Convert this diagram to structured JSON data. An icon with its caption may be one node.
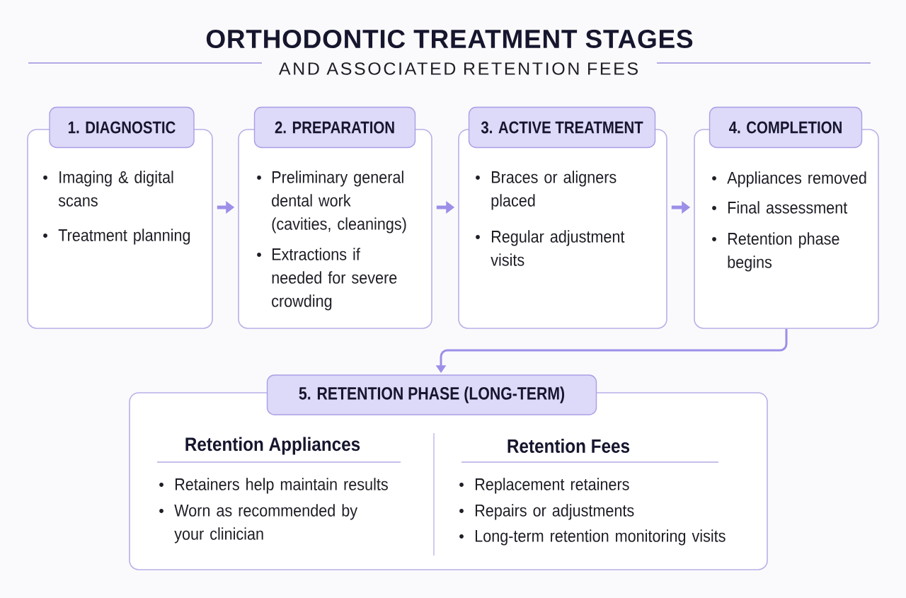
{
  "diagram": {
    "title": "ORTHODONTIC TREATMENT STAGES",
    "nodes": [
      {
        "text": [
          "1. DIAGNOSTIC",
          "Imaging & digital scans",
          "Treatment planning"
        ]
      },
      {
        "text": [
          "2. PREPARATION",
          "Preliminary general dental work (cavities, cleanings)",
          "Extractions if needed for severe crowding"
        ]
      },
      {
        "text": [
          "3. ACTIVE TREATMENT",
          "Braces or aligners placed",
          "Regular adjustment visits"
        ]
      },
      {
        "text": [
          "4. COMPLETION",
          "Appliances removed",
          "Final assessment",
          "Retention phase begins"
        ]
      },
      {
        "text": [
          "5. RETENTION PHASE (LONG-TERM)",
          "Retention Appliances",
          "Retainers help maintain results",
          "Worn as recommended by your clinician",
          "Retention Fees",
          "Replacement retainers",
          "Repairs or adjustments",
          "Long-term retention monitoring visits"
        ]
      }
    ],
    "edges": [
      {
        "from": 0,
        "to": 1,
        "arrow": "to"
      },
      {
        "from": 1,
        "to": 2,
        "arrow": "to"
      },
      {
        "from": 2,
        "to": 3,
        "arrow": "to"
      },
      {
        "from": 3,
        "to": 4,
        "arrow": "to"
      }
    ],
    "labels": [
      "AND ASSOCIATED RETENTION FEES"
    ]
  }
}
